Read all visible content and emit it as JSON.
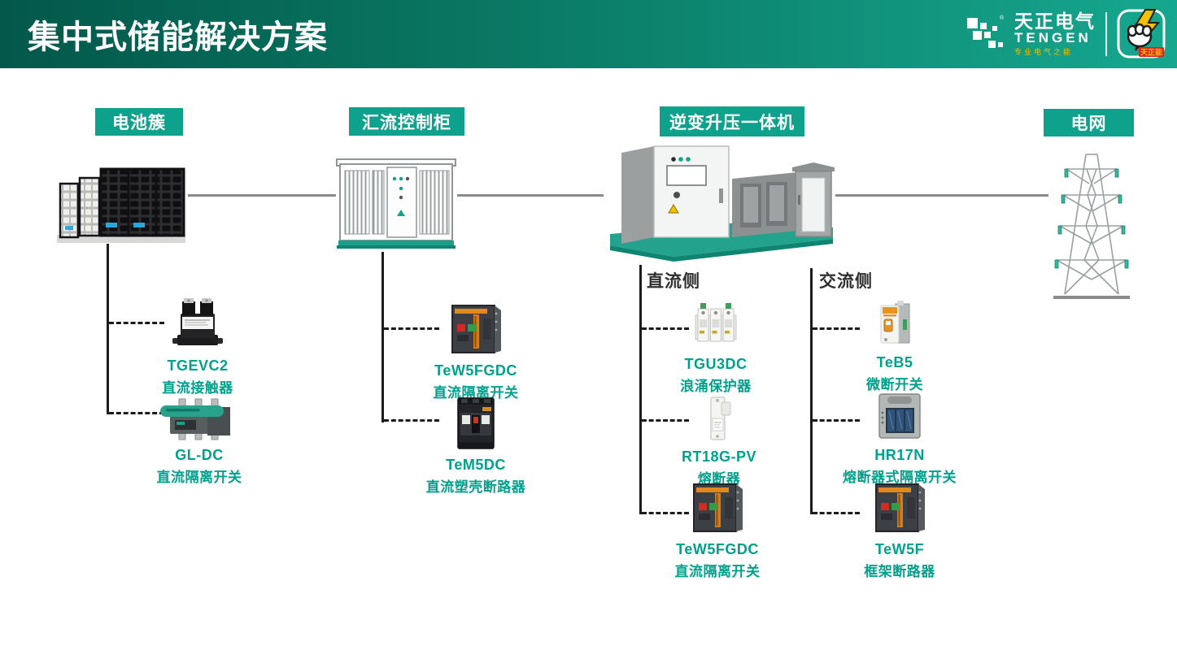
{
  "header": {
    "title": "集中式储能解决方案",
    "brand": {
      "name_cn": "天正电气",
      "name_en": "TENGEN",
      "slogan": "专业电气之能",
      "badge_label": "天正能"
    }
  },
  "stations": [
    {
      "label": "电池簇"
    },
    {
      "label": "汇流控制柜"
    },
    {
      "label": "逆变升压一体机"
    },
    {
      "label": "电网"
    }
  ],
  "branch_labels": {
    "dc": "直流侧",
    "ac": "交流侧"
  },
  "products": [
    {
      "model": "TGEVC2",
      "name": "直流接触器",
      "group": "电池簇"
    },
    {
      "model": "GL-DC",
      "name": "直流隔离开关",
      "group": "电池簇"
    },
    {
      "model": "TeW5FGDC",
      "name": "直流隔离开关",
      "group": "汇流控制柜"
    },
    {
      "model": "TeM5DC",
      "name": "直流塑壳断路器",
      "group": "汇流控制柜"
    },
    {
      "model": "TGU3DC",
      "name": "浪涌保护器",
      "group": "直流侧"
    },
    {
      "model": "RT18G-PV",
      "name": "熔断器",
      "group": "直流侧"
    },
    {
      "model": "TeW5FGDC",
      "name": "直流隔离开关",
      "group": "直流侧"
    },
    {
      "model": "TeB5",
      "name": "微断开关",
      "group": "交流侧"
    },
    {
      "model": "HR17N",
      "name": "熔断器式隔离开关",
      "group": "交流侧"
    },
    {
      "model": "TeW5F",
      "name": "框架断路器",
      "group": "交流侧"
    }
  ],
  "colors": {
    "header_gradient_left": "#03584A",
    "header_gradient_right": "#16A78F",
    "station_label_bg": "#0EA18B",
    "product_text": "#00A18C",
    "connector_gray": "#8A8A8A",
    "connector_black": "#1C1C1C",
    "badge_red": "#D9261C",
    "slogan_yellow": "#F2C200"
  }
}
